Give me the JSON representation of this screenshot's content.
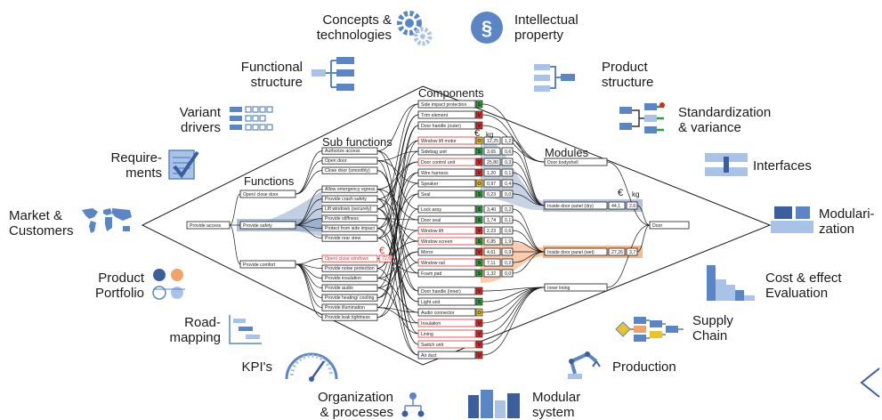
{
  "labels": {
    "concepts": [
      "Concepts &",
      "technologies"
    ],
    "ip": [
      "Intellectual",
      "property"
    ],
    "functional": [
      "Functional",
      "structure"
    ],
    "product_structure": [
      "Product",
      "structure"
    ],
    "variant": [
      "Variant",
      "drivers"
    ],
    "standardization": [
      "Standardization",
      "& variance"
    ],
    "requirements": [
      "Require-",
      "ments"
    ],
    "interfaces": [
      "Interfaces"
    ],
    "market": [
      "Market &",
      "Customers"
    ],
    "modularization": [
      "Modulari-",
      "zation"
    ],
    "portfolio": [
      "Product",
      "Portfolio"
    ],
    "cost": [
      "Cost & effect",
      "Evaluation"
    ],
    "roadmapping": [
      "Road-",
      "mapping"
    ],
    "supply": [
      "Supply",
      "Chain"
    ],
    "kpi": [
      "KPI's"
    ],
    "production": [
      "Production"
    ],
    "organization": [
      "Organization",
      "& processes"
    ],
    "modular_system": [
      "Modular",
      "system"
    ]
  },
  "headers": {
    "components": "Components",
    "subfunctions": "Sub functions",
    "functions": "Functions",
    "modules": "Modules",
    "euro": "€",
    "kg": "kg"
  },
  "root_function": "Provide access",
  "functions": [
    "Open/ close door",
    "Provide safety",
    "Provide comfort"
  ],
  "subfunctions": [
    {
      "label": "Authorize access",
      "hl": false
    },
    {
      "label": "Open door",
      "hl": false
    },
    {
      "label": "Close door (smoothly)",
      "hl": false
    },
    {
      "label": "Allow emergency egress",
      "hl": false
    },
    {
      "label": "Provide crash safety",
      "hl": false
    },
    {
      "label": "Lift windows (securely)",
      "hl": false
    },
    {
      "label": "Provide stiffness",
      "hl": false
    },
    {
      "label": "Protect from side impact",
      "hl": false
    },
    {
      "label": "Provide rear view",
      "hl": false
    },
    {
      "label": "Open/ close windows",
      "hl": true
    },
    {
      "label": "Provide noise protection",
      "hl": false
    },
    {
      "label": "Provide insulation",
      "hl": false
    },
    {
      "label": "Provide audio",
      "hl": false
    },
    {
      "label": "Provide heating/ cooling",
      "hl": false
    },
    {
      "label": "Provide illumination",
      "hl": false
    },
    {
      "label": "Provide leak tightness",
      "hl": false
    }
  ],
  "subfunction_cost": "72,62",
  "components": [
    {
      "label": "Side impact protection",
      "tag": "S",
      "color": "#2e9e3e",
      "euro": "",
      "kg": "",
      "hl": false
    },
    {
      "label": "Trim element",
      "tag": "V",
      "color": "#d62a2a",
      "euro": "",
      "kg": "",
      "hl": false
    },
    {
      "label": "Door handle (outer)",
      "tag": "V",
      "color": "#d62a2a",
      "euro": "",
      "kg": "",
      "hl": false
    },
    {
      "label": "Window lift motor",
      "tag": "O",
      "color": "#e8c42a",
      "euro": "12,25",
      "kg": "1,2",
      "hl": true
    },
    {
      "label": "Sidebag unit",
      "tag": "S",
      "color": "#2e9e3e",
      "euro": "3,65",
      "kg": "0,6",
      "hl": false
    },
    {
      "label": "Door control unit",
      "tag": "V",
      "color": "#d62a2a",
      "euro": "25,80",
      "kg": "0,3",
      "hl": true
    },
    {
      "label": "Wire harness",
      "tag": "V",
      "color": "#d62a2a",
      "euro": "1,20",
      "kg": "0,1",
      "hl": false
    },
    {
      "label": "Speaker",
      "tag": "O",
      "color": "#e8c42a",
      "euro": "0,97",
      "kg": "0,4",
      "hl": false
    },
    {
      "label": "Seal",
      "tag": "S",
      "color": "#2e9e3e",
      "euro": "0,23",
      "kg": "0,0",
      "hl": false
    },
    {
      "label": "Lock assy",
      "tag": "S",
      "color": "#2e9e3e",
      "euro": "3,40",
      "kg": "0,2",
      "hl": false
    },
    {
      "label": "Door seal",
      "tag": "S",
      "color": "#2e9e3e",
      "euro": "1,74",
      "kg": "0,1",
      "hl": false
    },
    {
      "label": "Window lift",
      "tag": "V",
      "color": "#d62a2a",
      "euro": "2,23",
      "kg": "0,6",
      "hl": true
    },
    {
      "label": "Window screen",
      "tag": "S",
      "color": "#2e9e3e",
      "euro": "6,85",
      "kg": "1,9",
      "hl": true
    },
    {
      "label": "Mirror",
      "tag": "V",
      "color": "#d62a2a",
      "euro": "4,61",
      "kg": "0,9",
      "hl": false
    },
    {
      "label": "Window rail",
      "tag": "S",
      "color": "#2e9e3e",
      "euro": "7,11",
      "kg": "0,2",
      "hl": true
    },
    {
      "label": "Foam pad",
      "tag": "S",
      "color": "#2e9e3e",
      "euro": "1,32",
      "kg": "0,0",
      "hl": false
    },
    {
      "label": "Door handle (inner)",
      "tag": "V",
      "color": "#d62a2a",
      "euro": "",
      "kg": "",
      "hl": false
    },
    {
      "label": "Light unit",
      "tag": "S",
      "color": "#2e9e3e",
      "euro": "",
      "kg": "",
      "hl": false
    },
    {
      "label": "Audio connector",
      "tag": "O",
      "color": "#e8c42a",
      "euro": "",
      "kg": "",
      "hl": false
    },
    {
      "label": "Insulation",
      "tag": "V",
      "color": "#d62a2a",
      "euro": "",
      "kg": "",
      "hl": true
    },
    {
      "label": "Lining",
      "tag": "V",
      "color": "#d62a2a",
      "euro": "",
      "kg": "",
      "hl": true
    },
    {
      "label": "Switch unit",
      "tag": "V",
      "color": "#d62a2a",
      "euro": "",
      "kg": "",
      "hl": true
    },
    {
      "label": "Air duct",
      "tag": "V",
      "color": "#d62a2a",
      "euro": "",
      "kg": "",
      "hl": false
    }
  ],
  "modules": [
    {
      "label": "Door bodyshell",
      "euro": "",
      "kg": ""
    },
    {
      "label": "Inside door panel (dry)",
      "euro": "44,1",
      "kg": "2,6"
    },
    {
      "label": "Inside door panel (wet)",
      "euro": "27,26",
      "kg": "3,7"
    },
    {
      "label": "Inner lining",
      "euro": "",
      "kg": ""
    }
  ],
  "product": "Door",
  "colors": {
    "icon_blue": "#5a86c5",
    "icon_light": "#a9c3e6",
    "safety_highlight": "#8fa6c8",
    "wet_highlight": "#f2a36a",
    "accent_red": "#e03030"
  }
}
